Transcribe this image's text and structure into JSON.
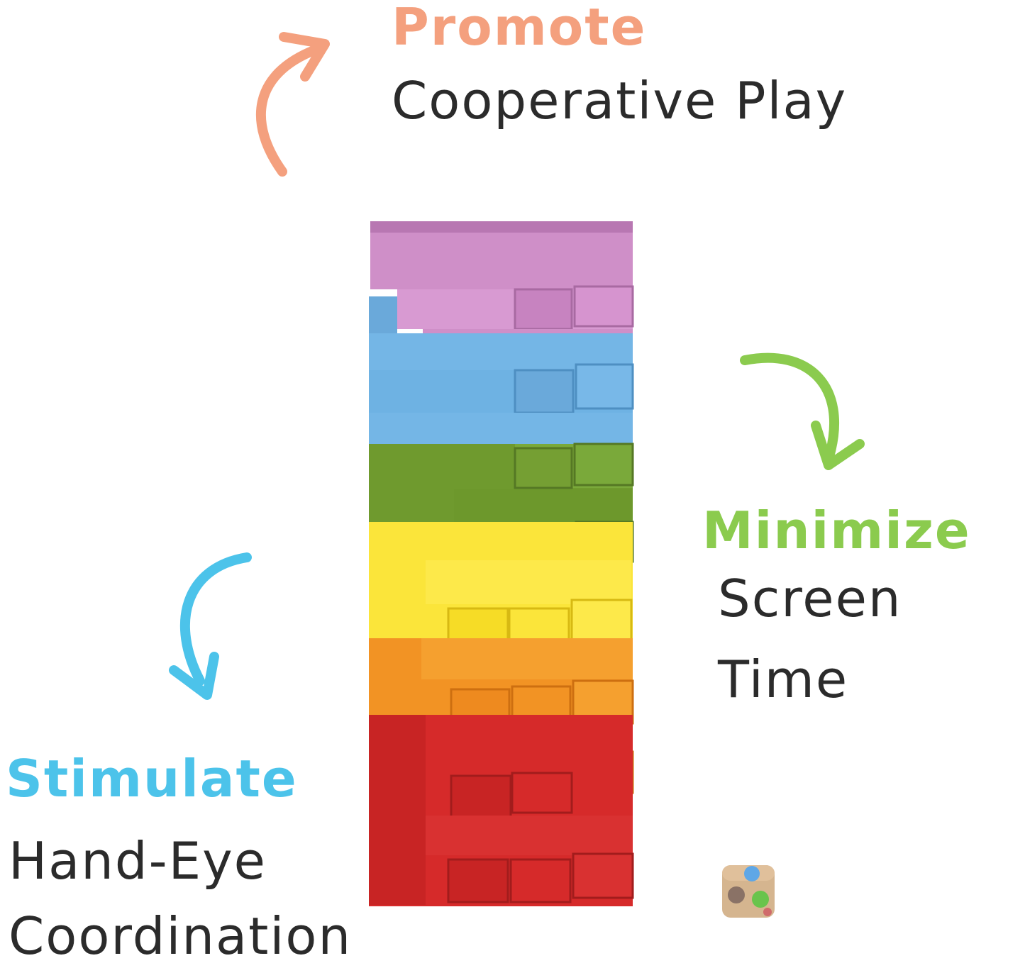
{
  "callouts": {
    "promote": {
      "heading": "Promote",
      "line": "Cooperative Play",
      "color": "#f4a07e"
    },
    "minimize": {
      "heading": "Minimize",
      "line1": "Screen",
      "line2": "Time",
      "color": "#8bcb4e"
    },
    "stimulate": {
      "heading": "Stimulate",
      "line1": "Hand-Eye",
      "line2": "Coordination",
      "color": "#4cc3ea"
    }
  },
  "text_color": "#2b2b2b",
  "tower_colors": {
    "purple": "#cf8fc8",
    "blue": "#74b6e6",
    "green": "#6f9a2e",
    "yellow": "#fbe53a",
    "orange": "#f29324",
    "red": "#d62a2a"
  },
  "icons": {
    "arrow_promote": "curved-arrow-up-icon",
    "arrow_minimize": "curved-arrow-down-icon",
    "arrow_stimulate": "curved-arrow-down-icon",
    "dice": "color-dice-icon"
  }
}
